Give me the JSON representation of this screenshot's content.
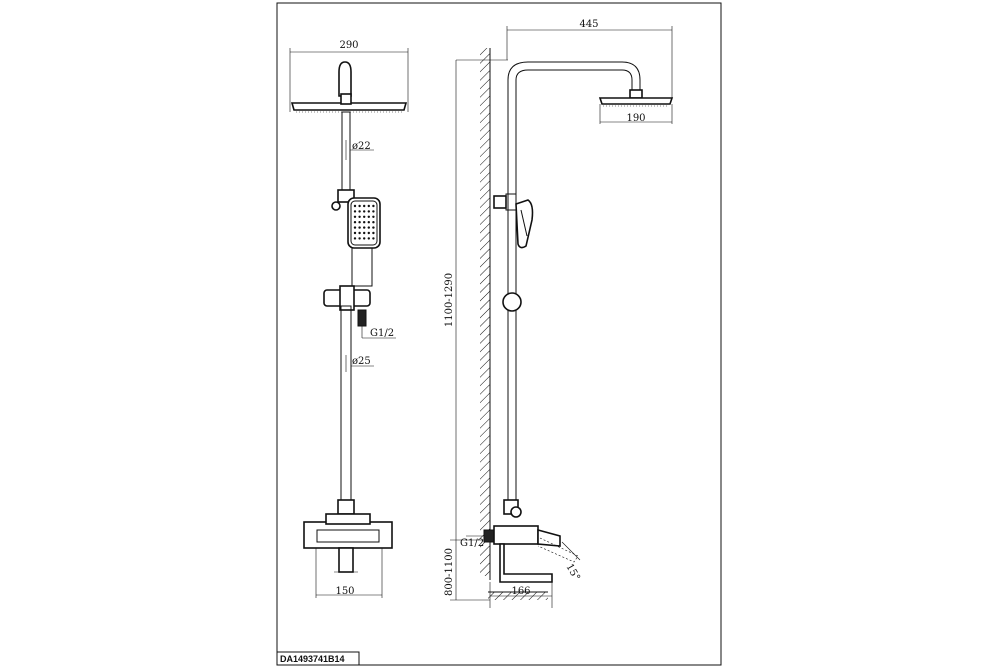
{
  "drawing_code": "DA1493741B14",
  "front_view": {
    "overhead_width": "290",
    "pipe_diameter_upper": "ø22",
    "inlet_thread": "G1/2",
    "pipe_diameter_lower": "ø25",
    "mixer_width": "150"
  },
  "side_view": {
    "arm_projection": "445",
    "head_diameter": "190",
    "height_range": "1100-1290",
    "inlet_thread": "G1/2",
    "mixer_height_range": "800-1100",
    "spout_projection": "166",
    "lever_angle": "15°"
  }
}
